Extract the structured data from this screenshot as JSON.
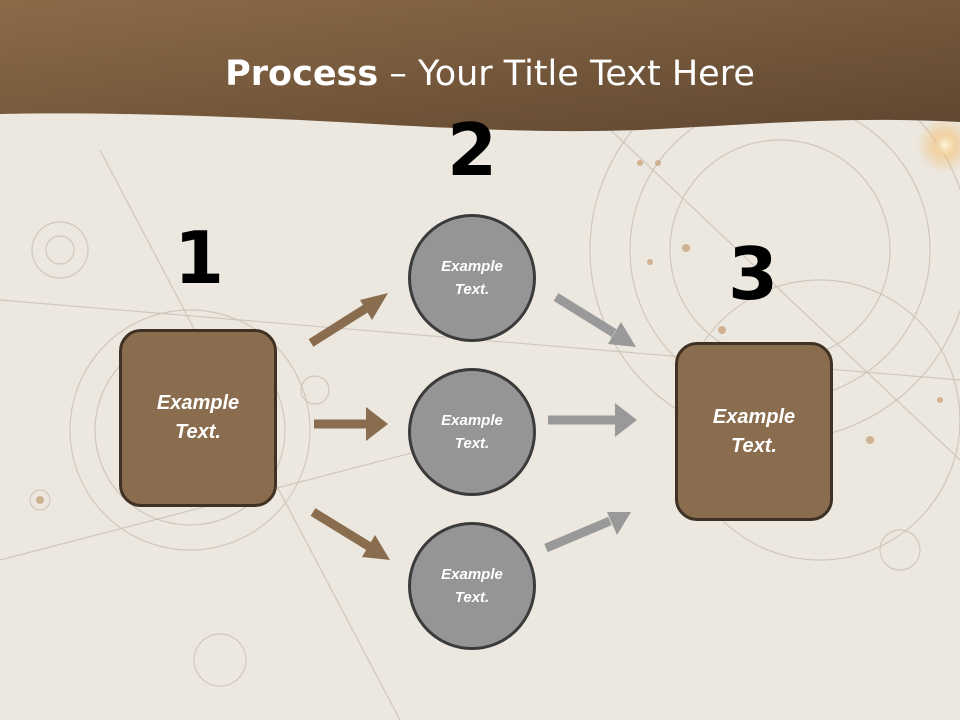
{
  "slide": {
    "title_bold": "Process",
    "title_rest": " – Your Title Text Here"
  },
  "steps": {
    "step1": {
      "number": "1",
      "label": "Example Text."
    },
    "step2": {
      "number": "2"
    },
    "step3": {
      "number": "3",
      "label": "Example Text."
    }
  },
  "branches": [
    {
      "label": "Example Text."
    },
    {
      "label": "Example Text."
    },
    {
      "label": "Example Text."
    }
  ],
  "colors": {
    "header": "#7d5f40",
    "box_fill": "#8a6d4e",
    "circle_fill": "#959595",
    "arrow_brown": "#8a6d4e",
    "arrow_gray": "#999999"
  }
}
